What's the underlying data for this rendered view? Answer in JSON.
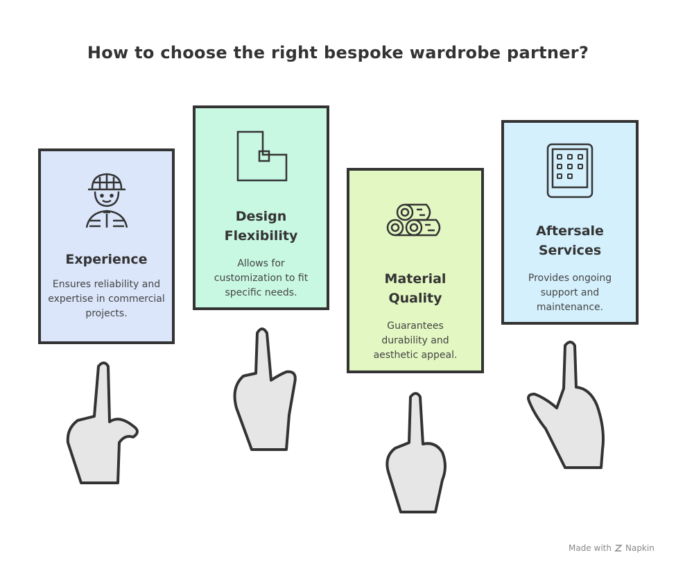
{
  "title": "How to choose the right bespoke wardrobe partner?",
  "cards": [
    {
      "heading": "Experience",
      "description": "Ensures reliability and expertise in commercial projects.",
      "icon": "construction-worker-icon",
      "color": "#dbe6fb"
    },
    {
      "heading": "Design Flexibility",
      "description": "Allows for customization to fit specific needs.",
      "icon": "floor-plan-icon",
      "color": "#c8f7e2"
    },
    {
      "heading": "Material Quality",
      "description": "Guarantees durability and aesthetic appeal.",
      "icon": "logs-icon",
      "color": "#e3f7c2"
    },
    {
      "heading": "Aftersale Services",
      "description": "Provides ongoing support and maintenance.",
      "icon": "tablet-icon",
      "color": "#d4f0fc"
    }
  ],
  "footer": {
    "made_with": "Made with",
    "brand": "Napkin"
  }
}
